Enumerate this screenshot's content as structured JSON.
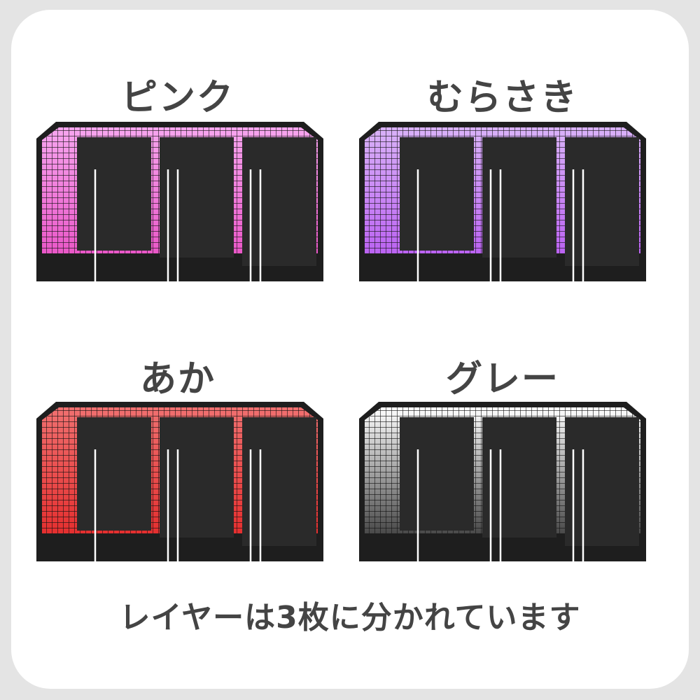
{
  "variants": [
    {
      "label": "ピンク",
      "color_top": "#f7a6ef",
      "color_bottom": "#ea57c8"
    },
    {
      "label": "むらさき",
      "color_top": "#d9b2f8",
      "color_bottom": "#bb63f2"
    },
    {
      "label": "あか",
      "color_top": "#f07070",
      "color_bottom": "#e52f2f"
    },
    {
      "label": "グレー",
      "color_top": "#ffffff",
      "color_bottom": "#4a4a4a"
    }
  ],
  "caption": "レイヤーは3枚に分かれています",
  "colors": {
    "frame": "#1e1e1e",
    "card": "#2a2a2a",
    "outline": "#ffffff",
    "text": "#444444"
  }
}
